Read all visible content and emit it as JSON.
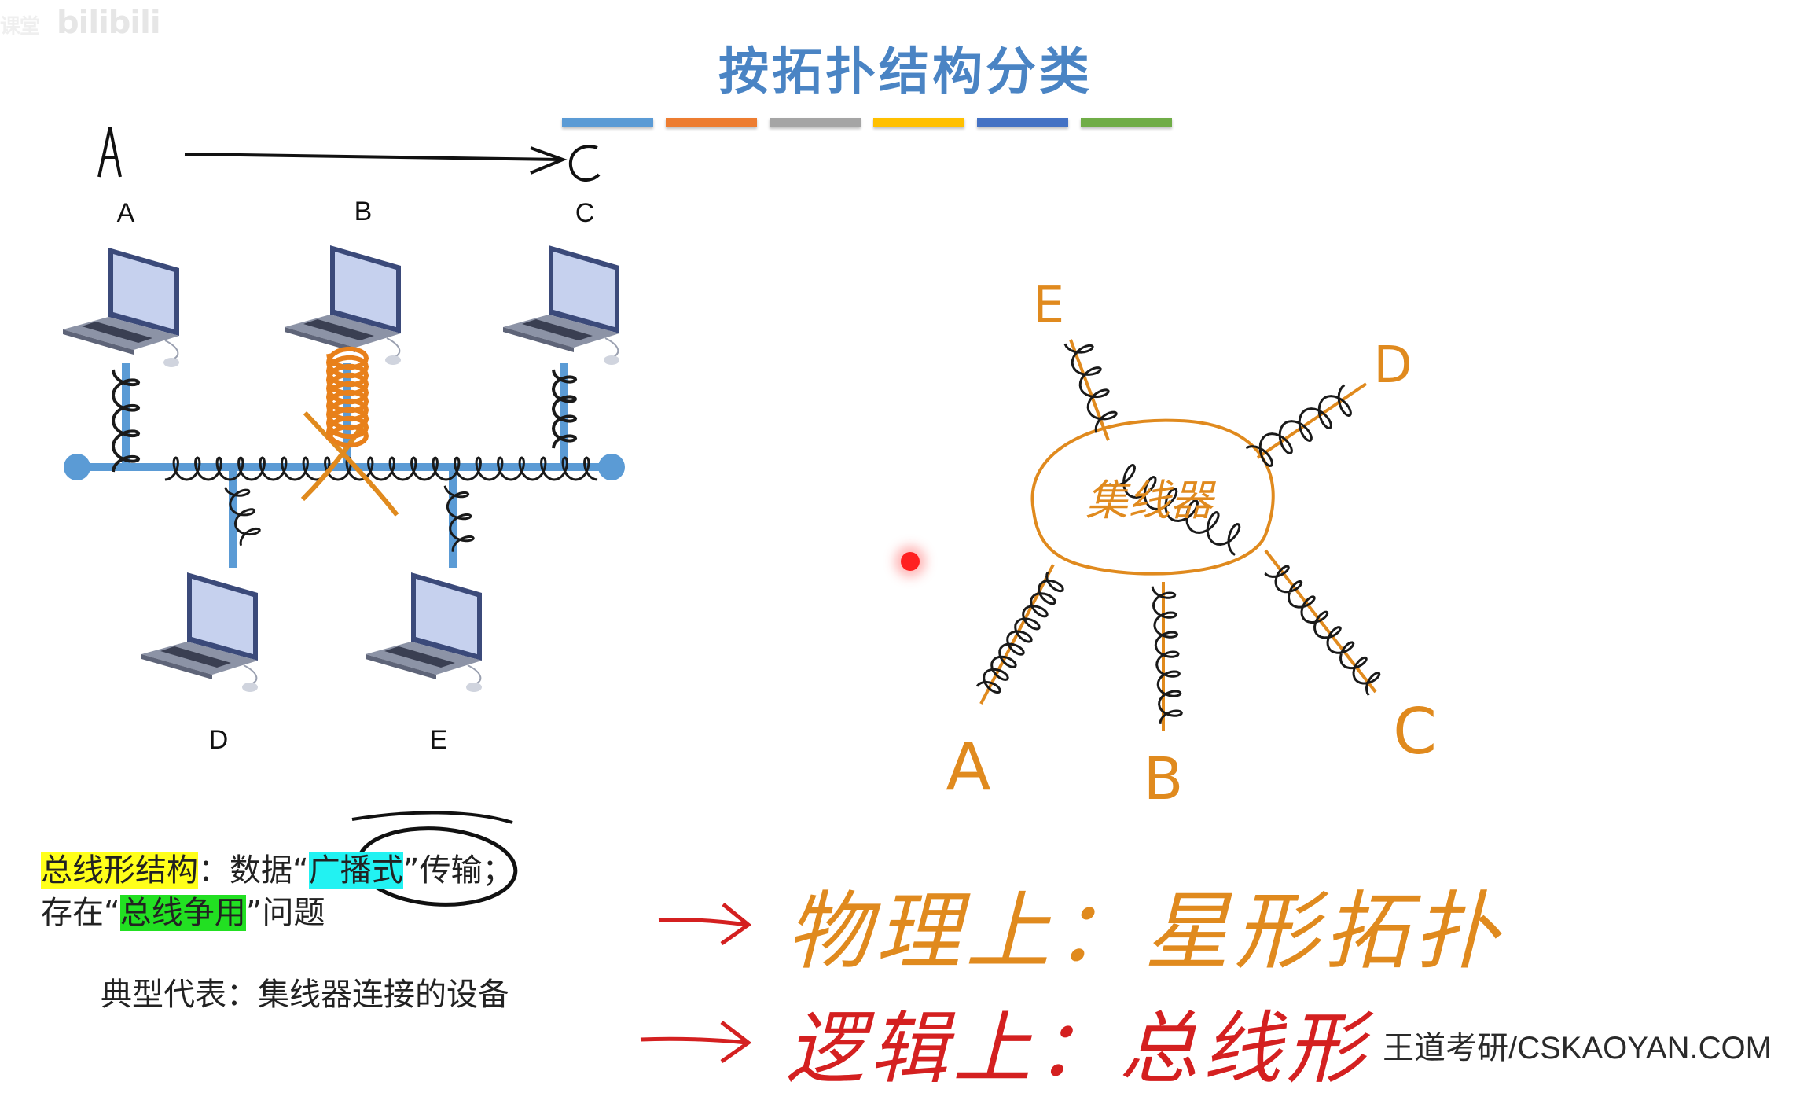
{
  "watermark": {
    "left": "课堂",
    "logo": "bilibili"
  },
  "title": "按拓扑结构分类",
  "color_bar": [
    "#5b9bd5",
    "#ed7d31",
    "#a5a5a5",
    "#ffc000",
    "#4472c4",
    "#70ad47"
  ],
  "handwritten_top": {
    "from": "A",
    "to": "C"
  },
  "bus": {
    "nodes_top": [
      "A",
      "B",
      "C"
    ],
    "nodes_bottom": [
      "D",
      "E"
    ]
  },
  "star": {
    "center": "集线器",
    "labels": [
      "E",
      "D",
      "A",
      "B",
      "C"
    ]
  },
  "notes": {
    "bus_struct": "总线形结构",
    "colon1": "：数据",
    "q_open1": "“",
    "broadcast": "广播式",
    "q_close1": "”",
    "transmit": "传输；",
    "exist": "存在",
    "q_open2": "“",
    "contention": "总线争用",
    "q_close2": "”",
    "problem": "问题",
    "typical": "典型代表：集线器连接的设备"
  },
  "handwritten": {
    "physical": "物理上：星形拓扑",
    "logical": "逻辑上：总线形"
  },
  "brand": "王道考研/CSKAOYAN.COM",
  "colors": {
    "bus": "#5b9bd5",
    "ink_orange": "#e08a1e",
    "ink_red": "#d42020",
    "title": "#4a84c4"
  }
}
